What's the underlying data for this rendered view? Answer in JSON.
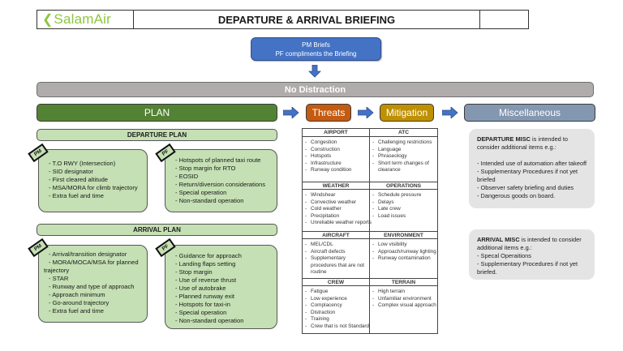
{
  "header": {
    "logo_text": "SalamAir",
    "title": "DEPARTURE & ARRIVAL BRIEFING"
  },
  "brief": {
    "line1": "PM Briefs",
    "line2": "PF compliments the Briefing"
  },
  "banner": "No Distraction",
  "phases": {
    "plan": "PLAN",
    "threats": "Threats",
    "mitigation": "Mitigation",
    "misc": "Miscellaneous"
  },
  "colors": {
    "plan": "#548235",
    "threats": "#c55a11",
    "mitigation": "#bf9000",
    "misc": "#8497b0",
    "brief": "#4472c4",
    "banner": "#b0acab",
    "plan_box": "#c5e0b4"
  },
  "departure_plan": {
    "title": "DEPARTURE PLAN",
    "pm_badge": "PM",
    "pf_badge": "PF",
    "pm_items": [
      "- T.O RWY (Intersection)",
      "- SID designator",
      "- First cleared altitude",
      "- MSA/MORA for climb trajectory",
      "- Extra fuel and time"
    ],
    "pf_items": [
      "- Hotspots of planned taxi route",
      "- Stop margin for RTO",
      "- EOSID",
      "- Return/diversion considerations",
      "- Special operation",
      "- Non-standard operation"
    ]
  },
  "arrival_plan": {
    "title": "ARRIVAL PLAN",
    "pm_badge": "PM",
    "pf_badge": "PF",
    "pm_items": [
      "- Arrival/transition designator",
      "- MORA/MOCA/MSA for planned",
      "trajectory",
      "- STAR",
      "- Runway and type of approach",
      "- Approach minimum",
      "- Go-around trajectory",
      "- Extra fuel and time"
    ],
    "pf_items": [
      "- Guidance for approach",
      "- Landing flaps setting",
      "- Stop margin",
      "- Use of reverse thrust",
      "- Use of autobrake",
      "- Planned runway exit",
      "- Hotspots for taxi-in",
      "- Special operation",
      "- Non-standard operation"
    ]
  },
  "threats_table": [
    {
      "left": {
        "title": "AIRPORT",
        "items": [
          "Congestion",
          "Construction",
          "Hotspots",
          "Infrastructure",
          "Runway condition"
        ]
      },
      "right": {
        "title": "ATC",
        "items": [
          "Challenging restrictions",
          "Language",
          "Phraseology",
          "Short term changes of clearance"
        ]
      }
    },
    {
      "left": {
        "title": "WEATHER",
        "items": [
          "Windshear",
          "Convective weather",
          "Cold weather",
          "Precipitation",
          "Unreliable weather reports"
        ]
      },
      "right": {
        "title": "OPERATIONS",
        "items": [
          "Schedule pressure",
          "Delays",
          "Late crew",
          "Load issues"
        ]
      }
    },
    {
      "left": {
        "title": "AIRCRAFT",
        "items": [
          "MEL/CDL",
          "Aircraft defects",
          "Supplementary procedures that are not routine"
        ]
      },
      "right": {
        "title": "ENVIRONMENT",
        "items": [
          "Low visibility",
          "Approach/runway lighting",
          "Runway contamination"
        ]
      }
    },
    {
      "left": {
        "title": "CREW",
        "items": [
          "Fatigue",
          "Low experience",
          "Complacency",
          "Distraction",
          "Training",
          "Crew that is not Standard"
        ]
      },
      "right": {
        "title": "TERRAIN",
        "items": [
          "High terrain",
          "Unfamiliar environment",
          "Complex visual approach"
        ]
      }
    }
  ],
  "departure_misc": {
    "bold": "DEPARTURE MISC",
    "intro": " is intended to consider additional items e.g.:",
    "items": [
      "- Intended use of automation after takeoff",
      "- Supplementary Procedures if not yet briefed",
      "- Observer safety briefing and duties",
      "- Dangerous goods on board."
    ]
  },
  "arrival_misc": {
    "bold": "ARRIVAL MISC",
    "intro": " is intended to consider additional items e.g.:",
    "items": [
      "- Specal Operaitions",
      "- Supplementary Procedures if not yet briefed."
    ]
  }
}
